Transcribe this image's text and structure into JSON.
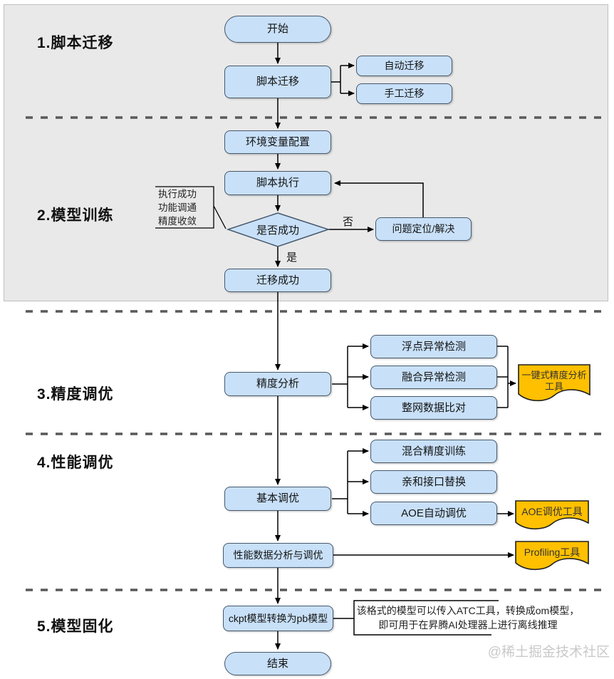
{
  "sections": [
    {
      "label": "1.脚本迁移"
    },
    {
      "label": "2.模型训练"
    },
    {
      "label": "3.精度调优"
    },
    {
      "label": "4.性能调优"
    },
    {
      "label": "5.模型固化"
    }
  ],
  "nodes": {
    "start": "开始",
    "script_migration": "脚本迁移",
    "auto_migration": "自动迁移",
    "manual_migration": "手工迁移",
    "env_config": "环境变量配置",
    "script_exec": "脚本执行",
    "success_check": "是否成功",
    "problem_solve": "问题定位/解决",
    "migration_success": "迁移成功",
    "precision_analysis": "精度分析",
    "float_anomaly_detect": "浮点异常检测",
    "fusion_anomaly_detect": "融合异常检测",
    "whole_network_compare": "整网数据比对",
    "basic_tuning": "基本调优",
    "mixed_precision_training": "混合精度训练",
    "affinity_api_replace": "亲和接口替换",
    "aoe_auto_tuning": "AOE自动调优",
    "perf_data_analysis": "性能数据分析与调优",
    "ckpt_convert": "ckpt模型转换为pb模型",
    "end": "结束"
  },
  "tools": {
    "precision_tool": "一键式精度分析工具",
    "aoe_tool": "AOE调优工具",
    "profiling_tool": "Profiling工具"
  },
  "branch_labels": {
    "yes": "是",
    "no": "否"
  },
  "callouts": {
    "training_criteria": {
      "lines": [
        "执行成功",
        "功能调通",
        "精度收敛"
      ]
    },
    "atc_note": {
      "lines": [
        "该格式的模型可以传入ATC工具，转换成om模型，",
        "即可用于在昇腾AI处理器上进行离线推理"
      ]
    }
  },
  "watermark": "@稀土掘金技术社区",
  "colors": {
    "node-fill": "#c8e0f8",
    "node-border": "#46586c",
    "tool-fill": "#ffc000",
    "tool-border": "#1f1f1f",
    "section-bg": "#e9e9e9",
    "dash-color": "#595959",
    "watermark-color": "#c9c9c9"
  }
}
